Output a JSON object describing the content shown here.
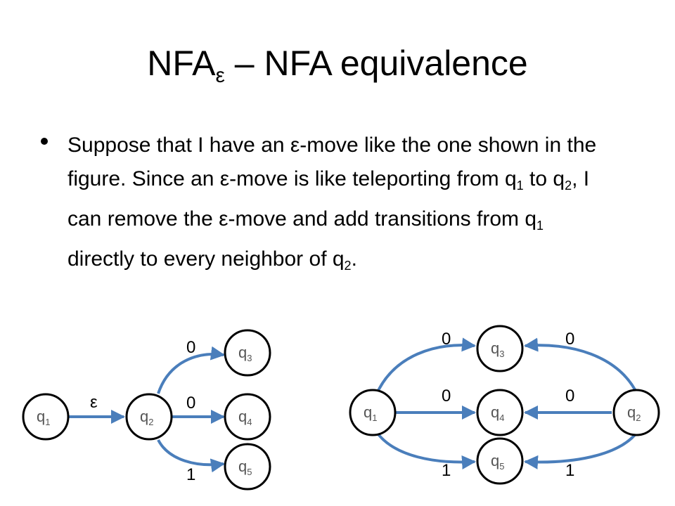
{
  "slide": {
    "title_main": "NFA",
    "title_sub": "ε",
    "title_rest": " – NFA equivalence",
    "bullet": {
      "p1": "Suppose that I have an ε-move like the one shown in the figure. Since an ε-move is like teleporting from q",
      "s1": "1",
      "p2": " to q",
      "s2": "2",
      "p3": ", I can remove the ε-move and add transitions from q",
      "s3": "1",
      "p4": " directly to every neighbor of q",
      "s4": "2",
      "p5": "."
    }
  },
  "left_diagram": {
    "states": [
      {
        "name": "q",
        "sub": "1"
      },
      {
        "name": "q",
        "sub": "2"
      },
      {
        "name": "q",
        "sub": "3"
      },
      {
        "name": "q",
        "sub": "4"
      },
      {
        "name": "q",
        "sub": "5"
      }
    ],
    "edge_labels": {
      "eps": "ε",
      "to_q3": "0",
      "to_q4": "0",
      "to_q5": "1"
    }
  },
  "right_diagram": {
    "states": [
      {
        "name": "q",
        "sub": "1"
      },
      {
        "name": "q",
        "sub": "3"
      },
      {
        "name": "q",
        "sub": "4"
      },
      {
        "name": "q",
        "sub": "5"
      },
      {
        "name": "q",
        "sub": "2"
      }
    ],
    "edge_labels": {
      "q1_q3": "0",
      "q1_q4": "0",
      "q1_q5": "1",
      "q2_q3": "0",
      "q2_q4": "0",
      "q2_q5": "1"
    }
  },
  "colors": {
    "edge": "#4a7ebb",
    "state_stroke": "#000000",
    "state_fill": "#ffffff"
  }
}
